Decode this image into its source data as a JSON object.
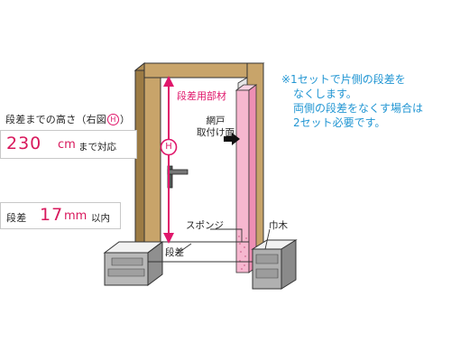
{
  "left_panel": {
    "height_label": "段差までの高さ（右図",
    "height_marker": "H",
    "height_label_close": "）",
    "height_value": "230",
    "height_unit": "cm",
    "height_suffix": "まで対応",
    "step_label": "段差",
    "step_value": "17",
    "step_unit": "mm",
    "step_suffix": "以内"
  },
  "note": {
    "lines": [
      "※1セットで片側の段差を",
      "なくします。",
      "両側の段差をなくす場合は",
      "2セット必要です。"
    ]
  },
  "callouts": {
    "part_label": "段差用部材",
    "screen_side_line1": "網戸",
    "screen_side_line2": "取付け面",
    "sponge": "スポンジ",
    "baseboard": "巾木",
    "step": "段差",
    "height_marker": "H"
  },
  "colors": {
    "accent_pink": "#e0176b",
    "number_pink": "#d8185c",
    "note_blue": "#2296d3",
    "frame_tan": "#c8a46a",
    "part_pink": "#f6b7cf",
    "floor_gray": "#a8a8a8"
  },
  "icons": [
    "arrow-right-icon",
    "height-marker-icon",
    "door-handle-icon"
  ]
}
